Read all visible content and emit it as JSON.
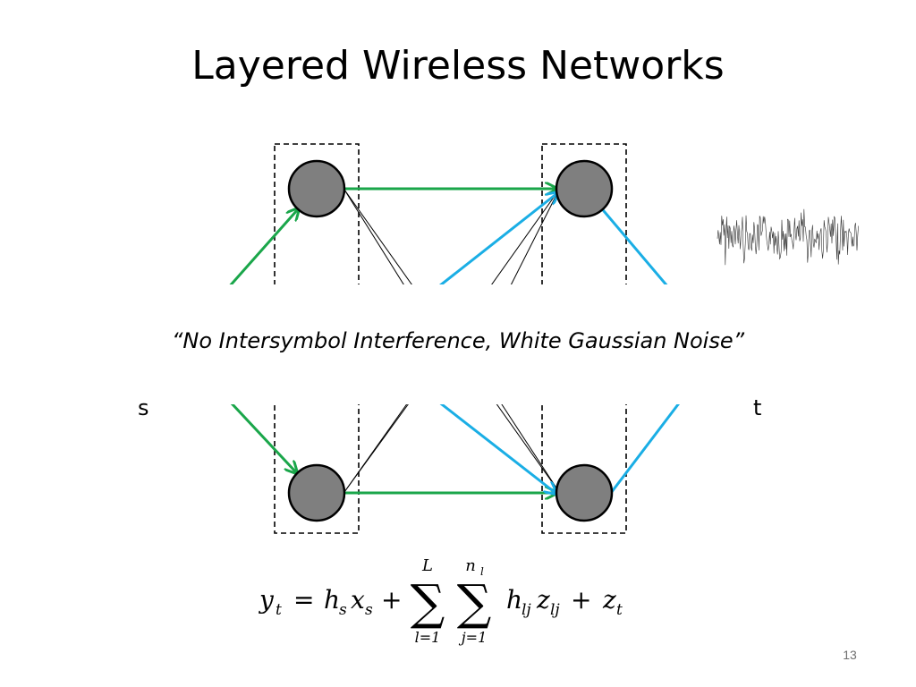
{
  "slide": {
    "title": "Layered Wireless Networks",
    "caption": "“No Intersymbol Interference, White Gaussian Noise”",
    "page_number": "13"
  },
  "diagram": {
    "source_label": "s",
    "destination_label": "t",
    "colors": {
      "node_fill": "#7f7f7f",
      "node_stroke": "#000000",
      "green_path": "#1aa64a",
      "blue_path": "#1aaee5",
      "cross_links": "#000000",
      "layer_box": "#000000"
    }
  },
  "equation": {
    "lhs": "y",
    "lhs_sub": "t",
    "eq": "=",
    "h": "h",
    "h_sub": "s",
    "x": "x",
    "x_sub": "s",
    "plus1": "+",
    "sum1_upper": "L",
    "sum1_lower": "l=1",
    "sum2_upper": "n",
    "sum2_upper_sub": "l",
    "sum2_lower": "j=1",
    "h2": "h",
    "h2_sub": "lj",
    "z": "z",
    "z_sub": "lj",
    "plus2": "+",
    "z2": "z",
    "z2_sub": "t"
  }
}
